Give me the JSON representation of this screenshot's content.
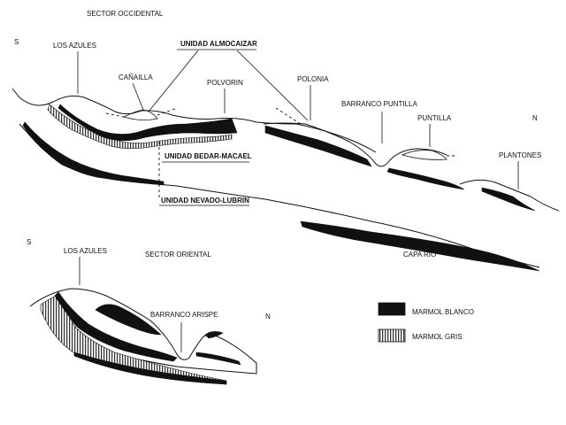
{
  "sections": {
    "occidental": "SECTOR OCCIDENTAL",
    "oriental": "SECTOR ORIENTAL"
  },
  "directions": {
    "top_left": "S",
    "top_right": "N",
    "bottom_left": "S",
    "bottom_right": "N"
  },
  "labels": {
    "los_azules_top": "LOS AZULES",
    "canailla": "CAÑAILLA",
    "unidad_almocaizar": "UNIDAD ALMOCAIZAR",
    "polvorin": "POLVORIN",
    "polonia": "POLONIA",
    "barranco_puntilla": "BARRANCO PUNTILLA",
    "puntilla": "PUNTILLA",
    "plantones": "PLANTONES",
    "unidad_bedar_macael": "UNIDAD BEDAR-MACAEL",
    "unidad_nevado_lubrin": "UNIDAD NEVADO-LUBRIN",
    "capa_rio": "CAPA RIO",
    "los_azules_bottom": "LOS AZULES",
    "barranco_arispe": "BARRANCO ARISPE"
  },
  "legend": [
    {
      "label": "MARMOL BLANCO",
      "pattern": "solid-black"
    },
    {
      "label": "MARMOL GRIS",
      "pattern": "vertical-hatch"
    }
  ],
  "colors": {
    "ink": "#111111",
    "paper": "#ffffff"
  }
}
